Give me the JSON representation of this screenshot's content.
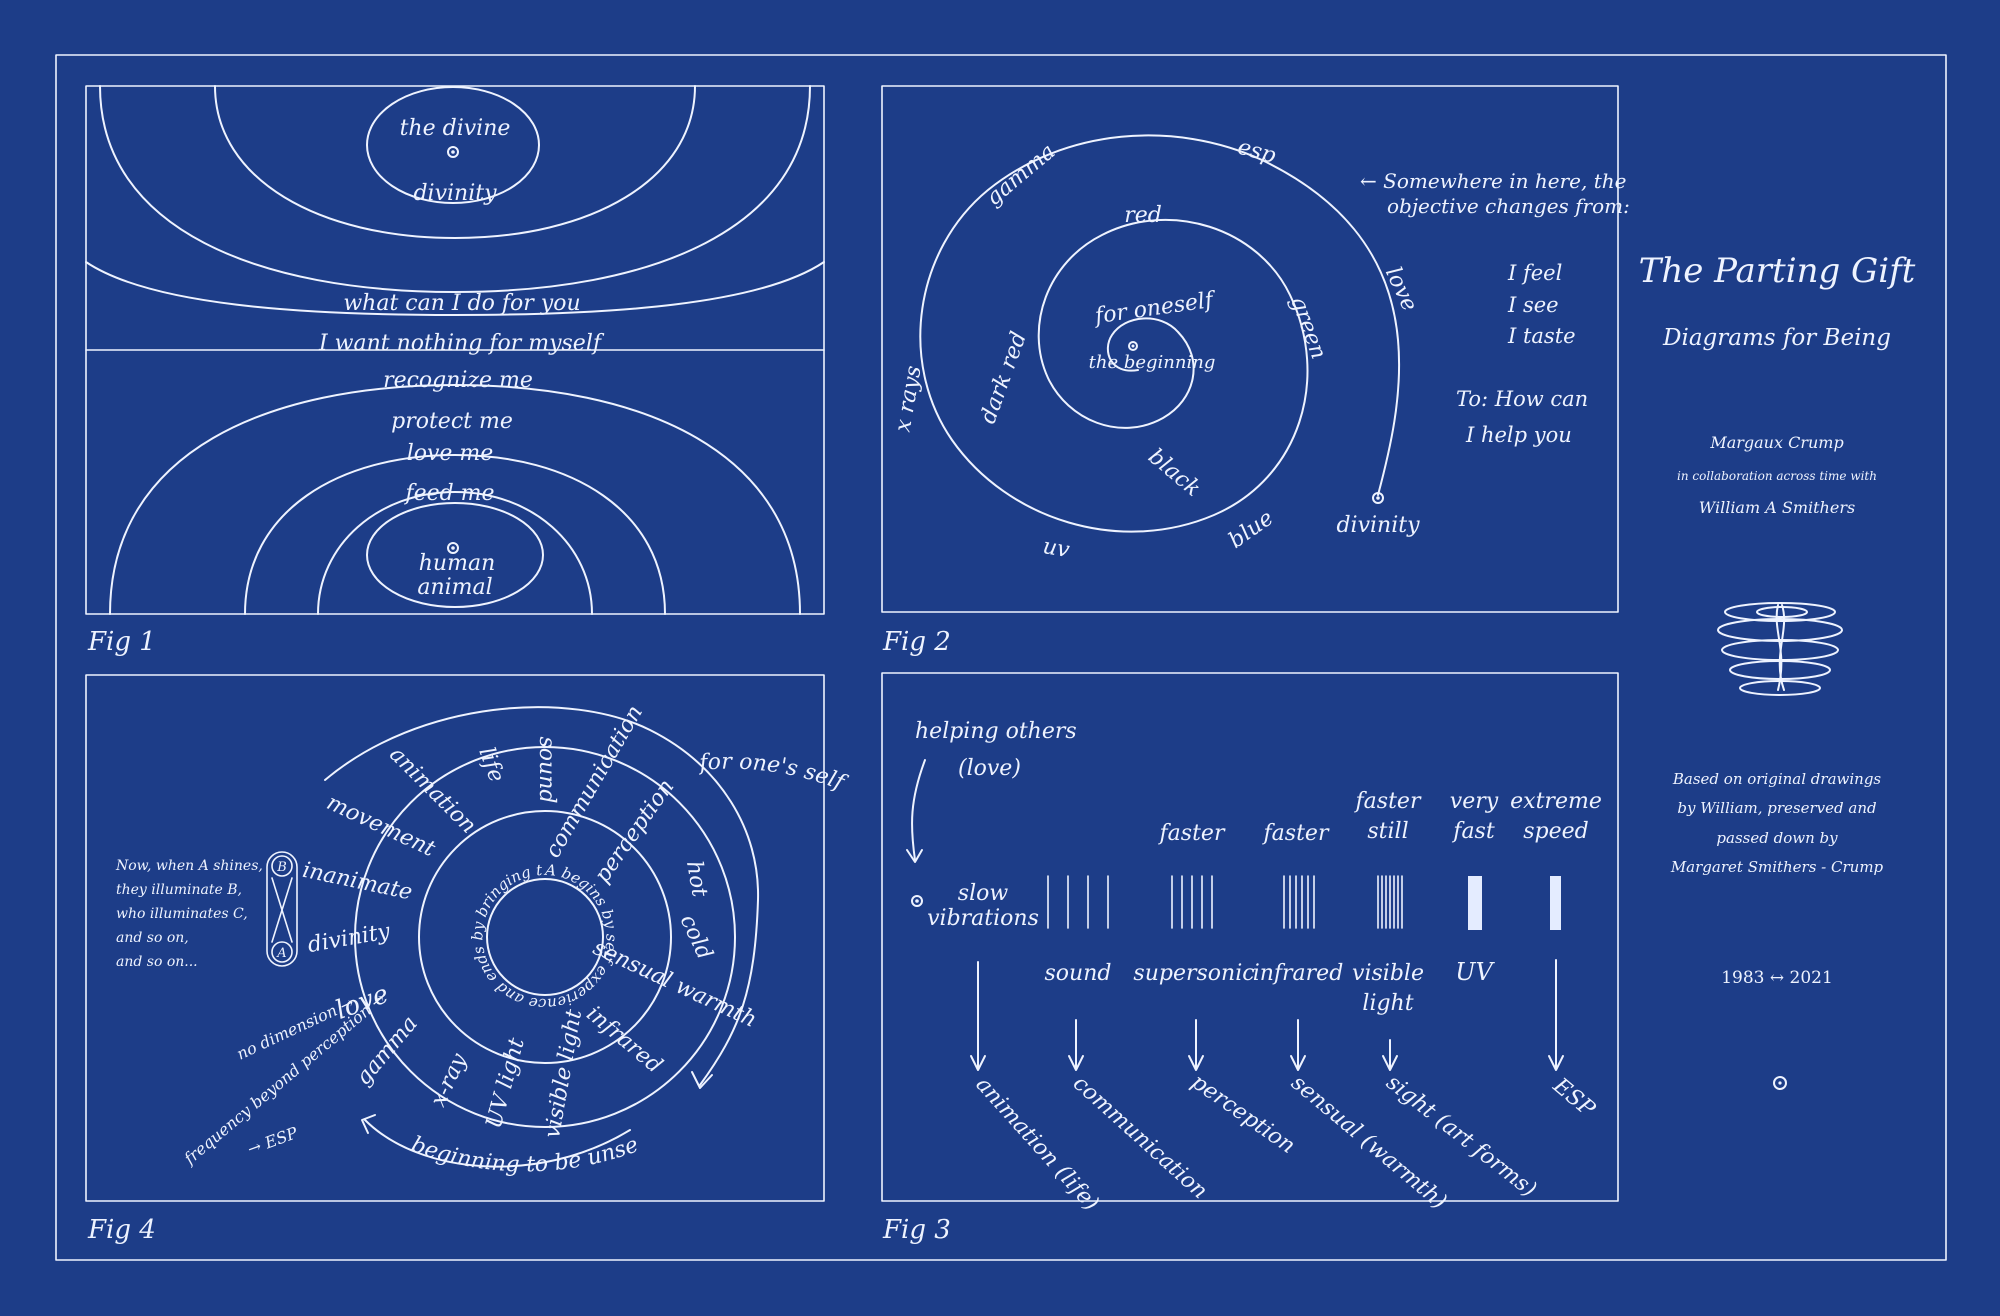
{
  "title": "The Parting Gift",
  "subtitle": "Diagrams for Being",
  "author": "Margaux Crump",
  "collab_line": "in collaboration across time with",
  "collaborator": "William A Smithers",
  "based_on": [
    "Based on original drawings",
    "by William, preserved and",
    "passed down by",
    "Margaret Smithers - Crump"
  ],
  "years": "1983 ↔ 2021",
  "colors": {
    "background": "#1d3d88",
    "ink": "#eef3ff"
  },
  "fig1": {
    "label": "Fig 1",
    "divine": "the divine",
    "divinity": "divinity",
    "what_can": "what can I do for you",
    "want_nothing": "I want nothing for myself",
    "recognize": "recognize me",
    "protect": "protect me",
    "love": "love me",
    "feed": "feed me",
    "human": "human",
    "animal": "animal"
  },
  "fig2": {
    "label": "Fig 2",
    "note": [
      "← Somewhere in here, the",
      "objective changes from:"
    ],
    "feel": [
      "I feel",
      "I see",
      "I taste"
    ],
    "to": [
      "To: How can",
      "I help you"
    ],
    "spiral_words": {
      "beginning": "the beginning",
      "oneself": "for oneself",
      "red": "red",
      "green": "green",
      "blue": "blue",
      "black": "black",
      "darkred": "dark red",
      "uv": "uv",
      "xrays": "x rays",
      "gamma": "gamma",
      "esp": "esp",
      "love": "love",
      "divinity": "divinity"
    }
  },
  "fig3": {
    "label": "Fig 3",
    "helping": "helping others",
    "love": "(love)",
    "slow": [
      "slow",
      "vibrations"
    ],
    "speeds": [
      [
        "faster"
      ],
      [
        "faster"
      ],
      [
        "faster",
        "still"
      ],
      [
        "very",
        "fast"
      ],
      [
        "extreme",
        "speed"
      ]
    ],
    "kinds": [
      [
        "sound"
      ],
      [
        "supersonic"
      ],
      [
        "infrared"
      ],
      [
        "visible",
        "light"
      ],
      [
        "UV"
      ]
    ],
    "results": [
      "animation (life)",
      "communication",
      "perception",
      "sensual (warmth)",
      "sight (art forms)",
      "ESP"
    ]
  },
  "fig4": {
    "label": "Fig 4",
    "note": [
      "Now, when A shines,",
      "they illuminate B,",
      "who illuminates C,",
      "and so on,",
      "and so on..."
    ],
    "mark_a": "A",
    "mark_b": "B",
    "center": "A begins by self experience and ends by bringing the experience to other",
    "words": {
      "animation": "animation",
      "life": "life",
      "sound": "sound",
      "communication": "communication",
      "perception": "perception",
      "hot": "hot",
      "cold": "cold",
      "warmth": "sensual warmth",
      "infrared": "infrared",
      "visible": "visible light",
      "uv": "UV light",
      "xray": "x-ray",
      "gamma": "gamma",
      "love": "love",
      "divinity": "divinity",
      "inanimate": "inanimate",
      "movement": "movement",
      "self": "for one's self",
      "beginning": "beginning to be unselfish",
      "nodim": "no dimension →",
      "freq": "frequency beyond perception →",
      "esp": "→ ESP"
    }
  }
}
